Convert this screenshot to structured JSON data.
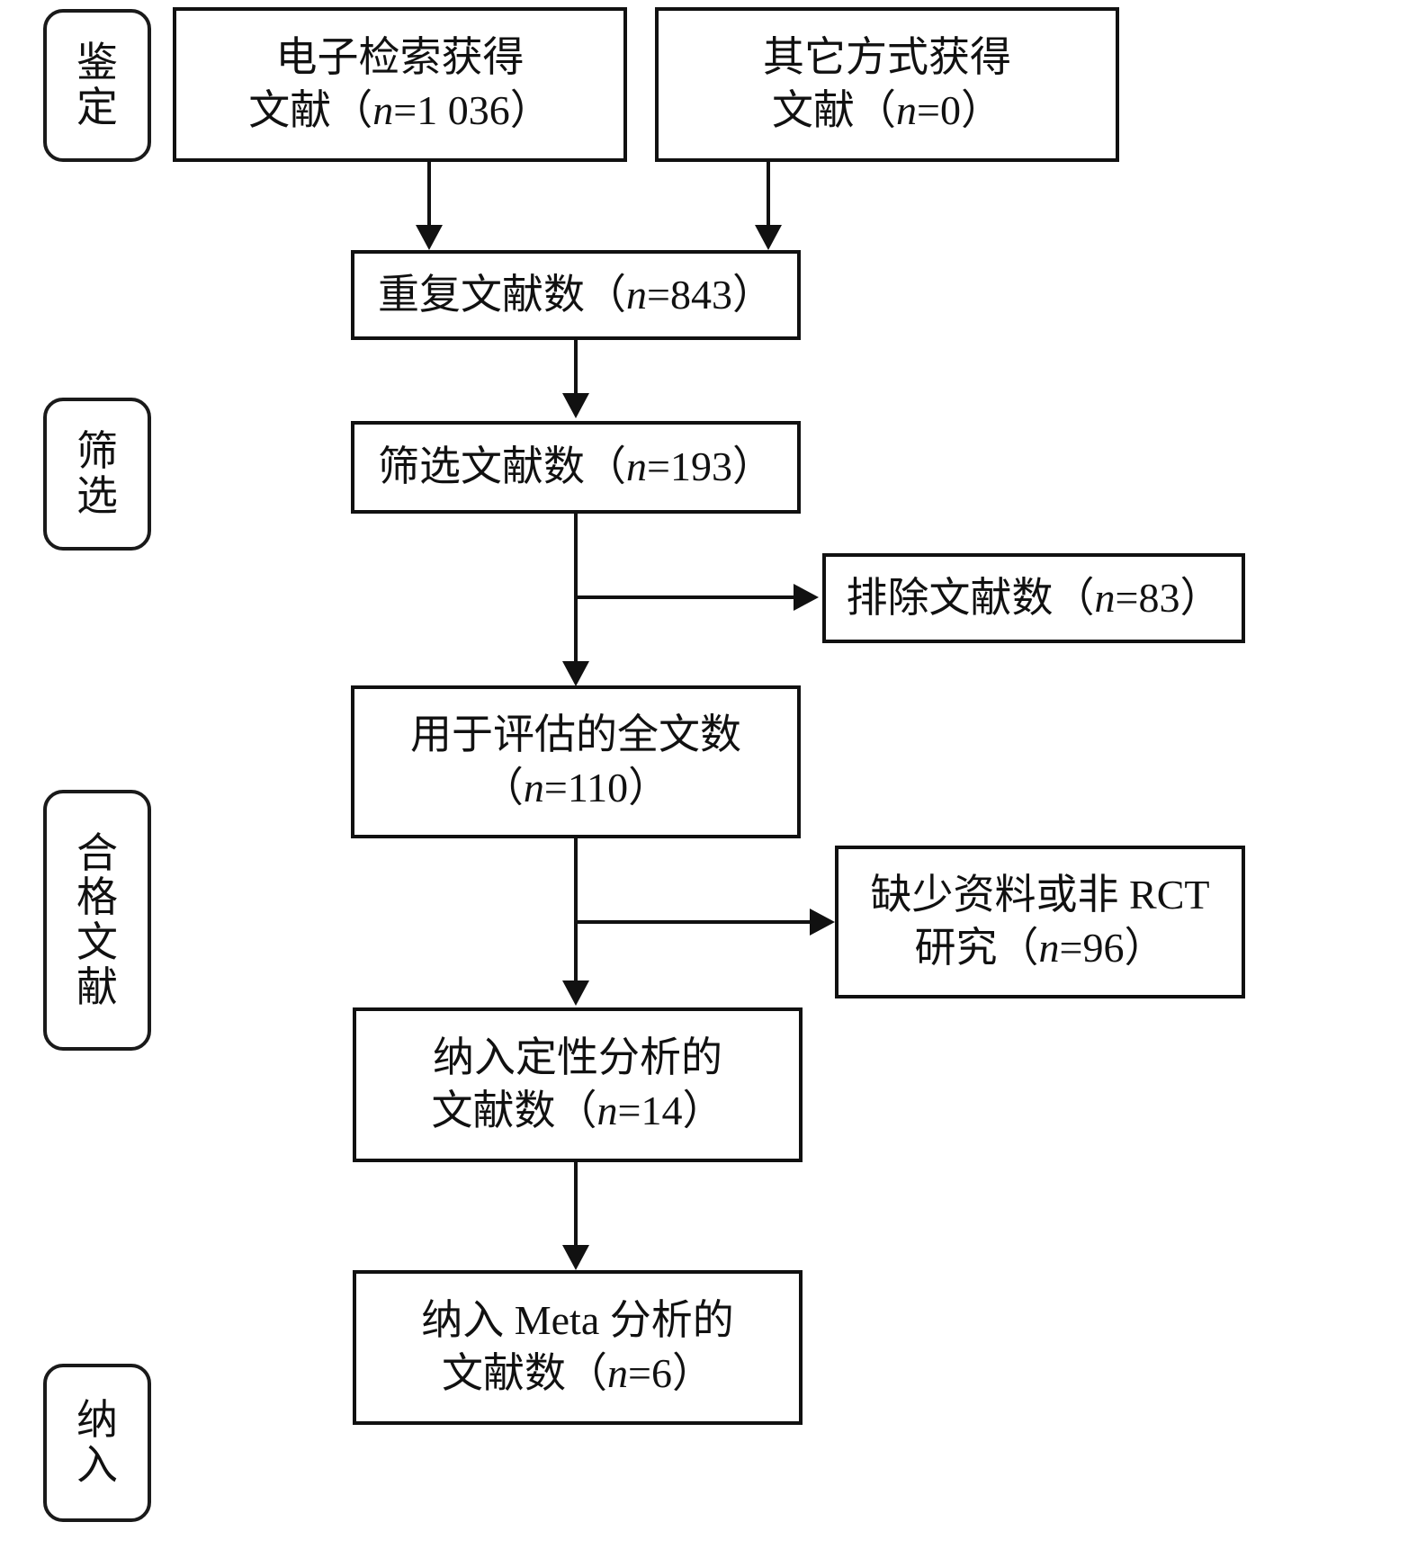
{
  "diagram": {
    "type": "prisma-flow-diagram",
    "language": "zh-CN",
    "colors": {
      "stroke": "#111111",
      "background": "#ffffff",
      "text": "#111111"
    },
    "stages": [
      {
        "id": "identification",
        "label": "鉴定",
        "chars": [
          "鉴",
          "定"
        ]
      },
      {
        "id": "screening",
        "label": "筛选",
        "chars": [
          "筛",
          "选"
        ]
      },
      {
        "id": "eligibility",
        "label": "合格文献",
        "chars": [
          "合",
          "格",
          "文",
          "献"
        ]
      },
      {
        "id": "included",
        "label": "纳入",
        "chars": [
          "纳",
          "入"
        ]
      }
    ],
    "boxes": [
      {
        "id": "records-database",
        "stage": "identification",
        "lines": [
          "电子检索获得",
          "文献（n=1 036）"
        ],
        "line1": "电子检索获得",
        "line2_prefix": "文献（",
        "line2_italic": "n",
        "line2_suffix": "=1 036）",
        "n": 1036
      },
      {
        "id": "records-other-sources",
        "stage": "identification",
        "lines": [
          "其它方式获得",
          "文献（n=0）"
        ],
        "line1": "其它方式获得",
        "line2_prefix": "文献（",
        "line2_italic": "n",
        "line2_suffix": "=0）",
        "n": 0
      },
      {
        "id": "duplicates-removed",
        "stage": "identification",
        "lines": [
          "重复文献数（n=843）"
        ],
        "line1_prefix": "重复文献数（",
        "line1_italic": "n",
        "line1_suffix": "=843）",
        "n": 843
      },
      {
        "id": "records-screened",
        "stage": "screening",
        "lines": [
          "筛选文献数（n=193）"
        ],
        "line1_prefix": "筛选文献数（",
        "line1_italic": "n",
        "line1_suffix": "=193）",
        "n": 193
      },
      {
        "id": "records-excluded",
        "stage": "screening",
        "lines": [
          "排除文献数（n=83）"
        ],
        "line1_prefix": "排除文献数（",
        "line1_italic": "n",
        "line1_suffix": "=83）",
        "n": 83
      },
      {
        "id": "full-text-assessed",
        "stage": "eligibility",
        "lines": [
          "用于评估的全文数",
          "（n=110）"
        ],
        "line1": "用于评估的全文数",
        "line2_prefix": "（",
        "line2_italic": "n",
        "line2_suffix": "=110）",
        "n": 110
      },
      {
        "id": "full-text-excluded",
        "stage": "eligibility",
        "lines": [
          "缺少资料或非 RCT",
          "研究（n=96）"
        ],
        "line1": "缺少资料或非 RCT",
        "line2_prefix": "研究（",
        "line2_italic": "n",
        "line2_suffix": "=96）",
        "n": 96
      },
      {
        "id": "qualitative-synthesis",
        "stage": "included",
        "lines": [
          "纳入定性分析的",
          "文献数（n=14）"
        ],
        "line1": "纳入定性分析的",
        "line2_prefix": "文献数（",
        "line2_italic": "n",
        "line2_suffix": "=14）",
        "n": 14
      },
      {
        "id": "meta-analysis",
        "stage": "included",
        "lines": [
          "纳入 Meta 分析的",
          "文献数（n=6）"
        ],
        "line1": "纳入 Meta 分析的",
        "line2_prefix": "文献数（",
        "line2_italic": "n",
        "line2_suffix": "=6）",
        "n": 6
      }
    ]
  }
}
